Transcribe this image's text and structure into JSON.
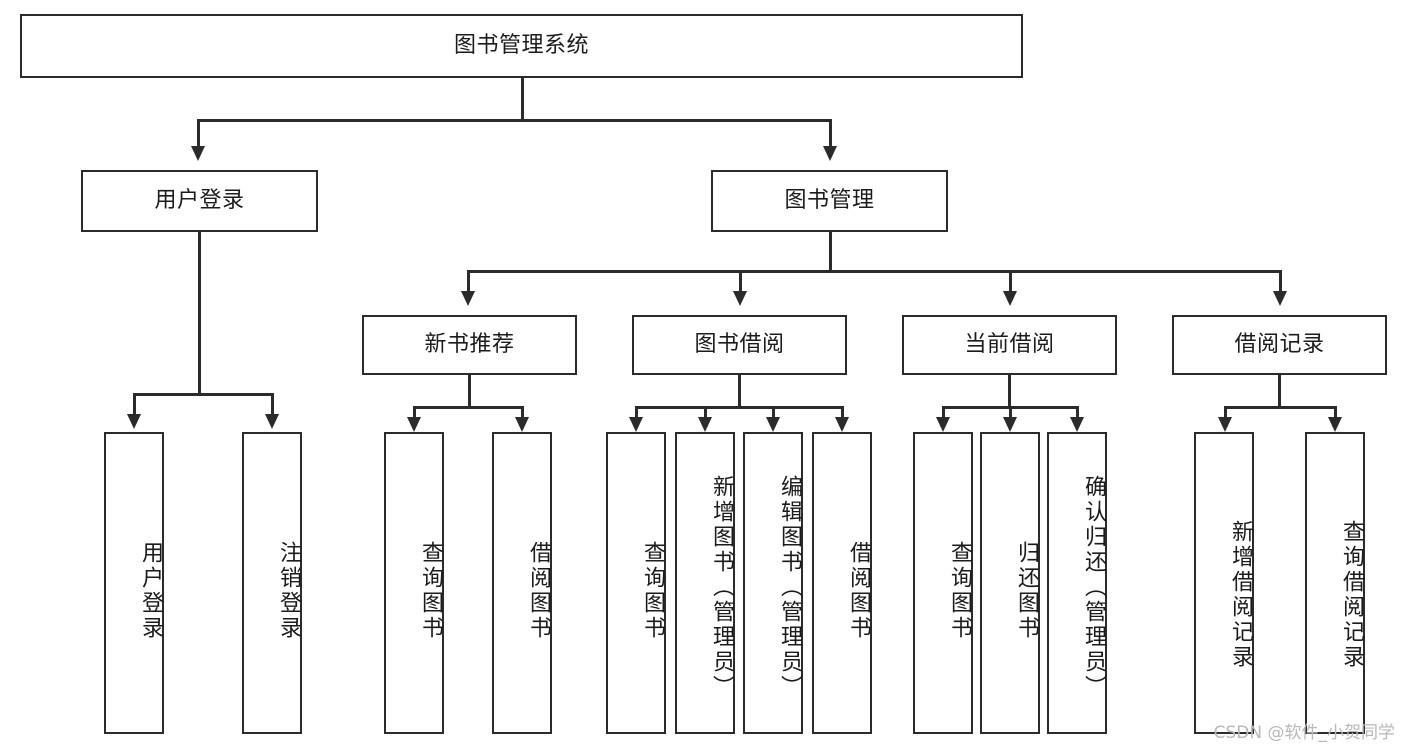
{
  "diagram": {
    "title": "图书管理系统",
    "type": "hierarchy-tree",
    "root": {
      "label": "图书管理系统",
      "id": "root"
    },
    "level2": [
      {
        "id": "user-login",
        "label": "用户登录"
      },
      {
        "id": "book-management",
        "label": "图书管理"
      }
    ],
    "level3": [
      {
        "id": "new-book-recommend",
        "label": "新书推荐",
        "parent": "book-management"
      },
      {
        "id": "book-borrow",
        "label": "图书借阅",
        "parent": "book-management"
      },
      {
        "id": "current-borrow",
        "label": "当前借阅",
        "parent": "book-management"
      },
      {
        "id": "borrow-record",
        "label": "借阅记录",
        "parent": "book-management"
      }
    ],
    "leaves": [
      {
        "id": "leaf-user-login",
        "label": "用户登录",
        "parent": "user-login"
      },
      {
        "id": "leaf-logout",
        "label": "注销登录",
        "parent": "user-login"
      },
      {
        "id": "leaf-query-book-1",
        "label": "查询图书",
        "parent": "new-book-recommend"
      },
      {
        "id": "leaf-borrow-book-1",
        "label": "借阅图书",
        "parent": "new-book-recommend"
      },
      {
        "id": "leaf-query-book-2",
        "label": "查询图书",
        "parent": "book-borrow"
      },
      {
        "id": "leaf-add-book",
        "label": "新增图书（管理员）",
        "parent": "book-borrow"
      },
      {
        "id": "leaf-edit-book",
        "label": "编辑图书（管理员）",
        "parent": "book-borrow"
      },
      {
        "id": "leaf-borrow-book-2",
        "label": "借阅图书",
        "parent": "book-borrow"
      },
      {
        "id": "leaf-query-book-3",
        "label": "查询图书",
        "parent": "current-borrow"
      },
      {
        "id": "leaf-return-book",
        "label": "归还图书",
        "parent": "current-borrow"
      },
      {
        "id": "leaf-confirm-return",
        "label": "确认归还（管理员）",
        "parent": "current-borrow"
      },
      {
        "id": "leaf-add-record",
        "label": "新增借阅记录",
        "parent": "borrow-record"
      },
      {
        "id": "leaf-query-record",
        "label": "查询借阅记录",
        "parent": "borrow-record"
      }
    ]
  },
  "watermark": {
    "text": "CSDN @软件_小贺同学"
  },
  "colors": {
    "stroke": "#2b2b2b",
    "fill": "#ffffff",
    "text": "#1b1b1b",
    "watermark": "#b8b8b8"
  }
}
